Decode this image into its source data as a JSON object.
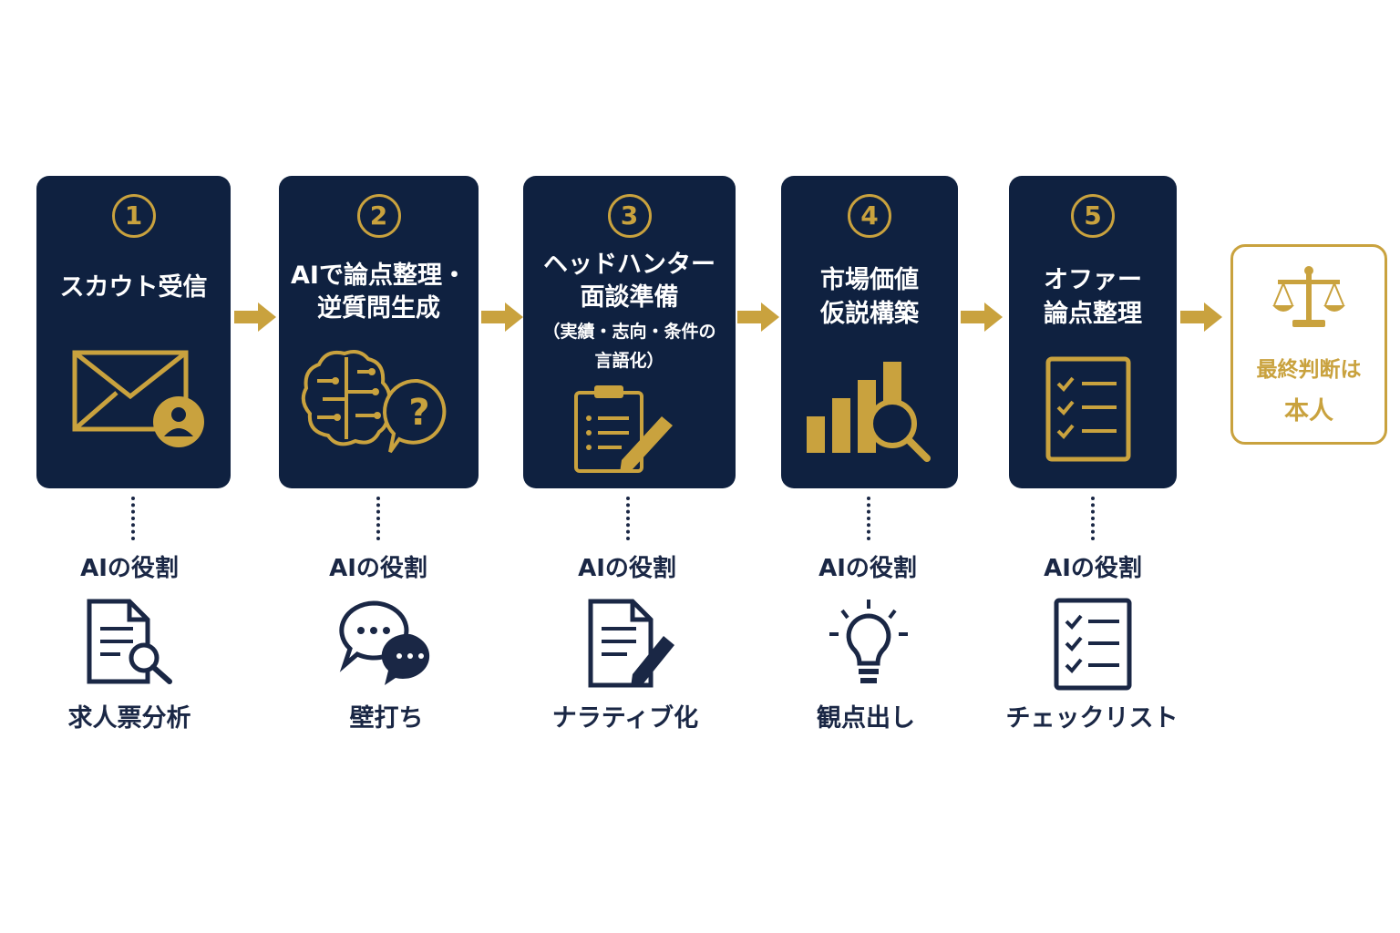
{
  "colors": {
    "navy": "#0f2140",
    "gold": "#c9a23e",
    "text": "#1a2745"
  },
  "steps": [
    {
      "num": "1",
      "title": [
        "スカウト受信"
      ],
      "icon": "envelope-user-icon",
      "role": "AIの役割",
      "role_icon": "document-search-icon",
      "label": "求人票分析"
    },
    {
      "num": "2",
      "title": [
        "AIで論点整理・",
        "逆質問生成"
      ],
      "icon": "brain-question-icon",
      "role": "AIの役割",
      "role_icon": "chat-bubbles-icon",
      "label": "壁打ち"
    },
    {
      "num": "3",
      "title": [
        "ヘッドハンター",
        "面談準備"
      ],
      "sub": [
        "（実績・志向・条件の",
        "言語化）"
      ],
      "icon": "clipboard-pen-icon",
      "role": "AIの役割",
      "role_icon": "document-edit-icon",
      "label": "ナラティブ化"
    },
    {
      "num": "4",
      "title": [
        "市場価値",
        "仮説構築"
      ],
      "icon": "bar-chart-magnifier-icon",
      "role": "AIの役割",
      "role_icon": "lightbulb-icon",
      "label": "観点出し"
    },
    {
      "num": "5",
      "title": [
        "オファー",
        "論点整理"
      ],
      "icon": "checklist-icon",
      "role": "AIの役割",
      "role_icon": "checklist-icon",
      "label": "チェックリスト"
    }
  ],
  "final": {
    "icon": "scales-icon",
    "lines": [
      "最終判断は",
      "本人"
    ]
  }
}
